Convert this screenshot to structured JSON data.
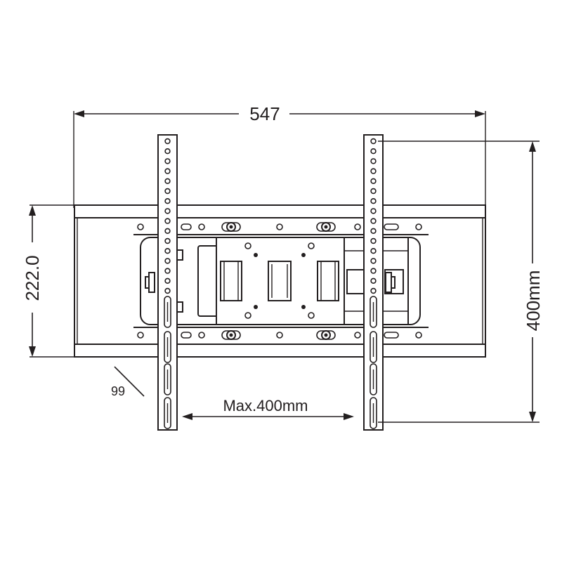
{
  "dimensions": {
    "overall_width": "547",
    "plate_height": "222.0",
    "rail_height": "400mm",
    "rail_spacing": "Max.400mm",
    "depth": "99"
  }
}
